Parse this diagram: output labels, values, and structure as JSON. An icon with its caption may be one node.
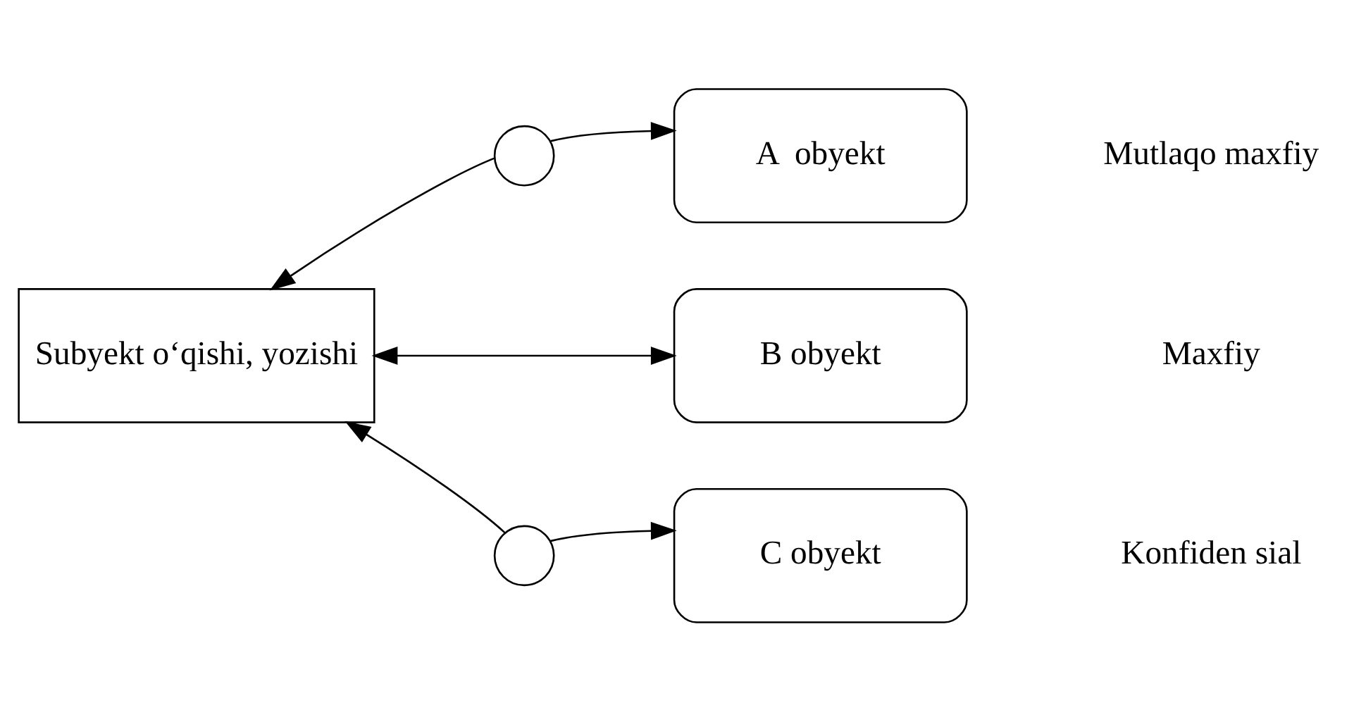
{
  "diagram": {
    "nodes": [
      {
        "text": [
          "A  obyekt"
        ]
      },
      {
        "text": [],
        "shape": "circle"
      },
      {
        "text": [
          "Subyekt o‘qishi, yozishi"
        ]
      },
      {
        "text": [
          "B obyekt"
        ]
      },
      {
        "text": [],
        "shape": "circle"
      },
      {
        "text": [
          "C obyekt"
        ]
      }
    ],
    "edges": [
      {
        "from": 1,
        "to": 2,
        "arrow": "to"
      },
      {
        "from": 1,
        "to": 0,
        "arrow": "to"
      },
      {
        "from": 2,
        "to": 3,
        "arrow": "both"
      },
      {
        "from": 4,
        "to": 2,
        "arrow": "to"
      },
      {
        "from": 4,
        "to": 5,
        "arrow": "to"
      }
    ],
    "labels": [
      "Mutlaqo maxfiy",
      "Maxfiy",
      "Konfiden sial"
    ]
  }
}
